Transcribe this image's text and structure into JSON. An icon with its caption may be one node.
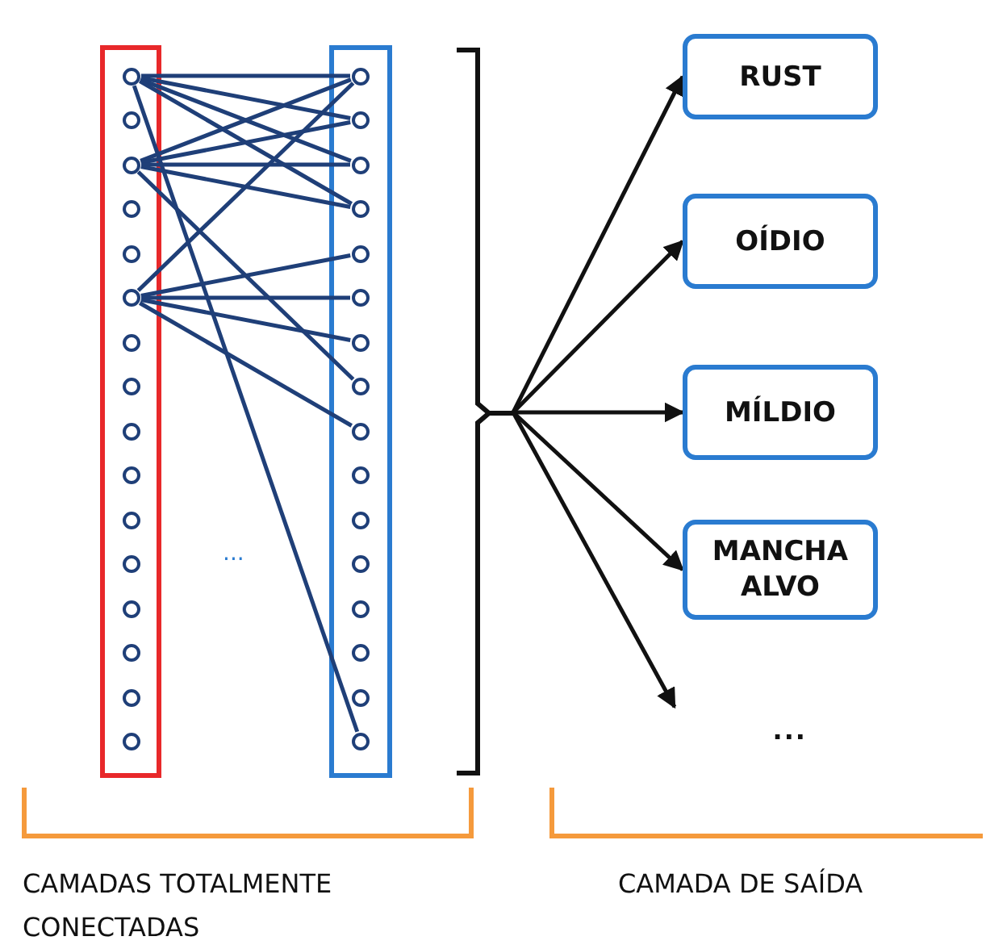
{
  "diagram": {
    "nodes": [
      {
        "text": [],
        "shape": "box"
      },
      {
        "text": [],
        "shape": "box"
      },
      {
        "text": [],
        "shape": "circle",
        "in": 0
      },
      {
        "text": [],
        "shape": "circle",
        "in": 0
      },
      {
        "text": [],
        "shape": "circle",
        "in": 0
      },
      {
        "text": [],
        "shape": "circle",
        "in": 0
      },
      {
        "text": [],
        "shape": "circle",
        "in": 0
      },
      {
        "text": [],
        "shape": "circle",
        "in": 0
      },
      {
        "text": [],
        "shape": "circle",
        "in": 0
      },
      {
        "text": [],
        "shape": "circle",
        "in": 0
      },
      {
        "text": [],
        "shape": "circle",
        "in": 0
      },
      {
        "text": [],
        "shape": "circle",
        "in": 0
      },
      {
        "text": [],
        "shape": "circle",
        "in": 0
      },
      {
        "text": [],
        "shape": "circle",
        "in": 0
      },
      {
        "text": [],
        "shape": "circle",
        "in": 0
      },
      {
        "text": [],
        "shape": "circle",
        "in": 0
      },
      {
        "text": [],
        "shape": "circle",
        "in": 0
      },
      {
        "text": [],
        "shape": "circle",
        "in": 0
      },
      {
        "text": [],
        "shape": "circle",
        "in": 1
      },
      {
        "text": [],
        "shape": "circle",
        "in": 1
      },
      {
        "text": [],
        "shape": "circle",
        "in": 1
      },
      {
        "text": [],
        "shape": "circle",
        "in": 1
      },
      {
        "text": [],
        "shape": "circle",
        "in": 1
      },
      {
        "text": [],
        "shape": "circle",
        "in": 1
      },
      {
        "text": [],
        "shape": "circle",
        "in": 1
      },
      {
        "text": [],
        "shape": "circle",
        "in": 1
      },
      {
        "text": [],
        "shape": "circle",
        "in": 1
      },
      {
        "text": [],
        "shape": "circle",
        "in": 1
      },
      {
        "text": [],
        "shape": "circle",
        "in": 1
      },
      {
        "text": [],
        "shape": "circle",
        "in": 1
      },
      {
        "text": [],
        "shape": "circle",
        "in": 1
      },
      {
        "text": [],
        "shape": "circle",
        "in": 1
      },
      {
        "text": [],
        "shape": "circle",
        "in": 1
      },
      {
        "text": [],
        "shape": "circle",
        "in": 1
      },
      {
        "text": [
          "RUST"
        ]
      },
      {
        "text": [
          "OÍDIO"
        ]
      },
      {
        "text": [
          "MÍLDIO"
        ]
      },
      {
        "text": [
          "MANCHA ALVO"
        ]
      },
      {
        "text": [
          "..."
        ]
      },
      {
        "text": [],
        "shape": "bracket"
      }
    ],
    "edges": [
      {
        "from": 2,
        "to": 18,
        "arrow": "none"
      },
      {
        "from": 2,
        "to": 19,
        "arrow": "none"
      },
      {
        "from": 2,
        "to": 20,
        "arrow": "none"
      },
      {
        "from": 2,
        "to": 21,
        "arrow": "none"
      },
      {
        "from": 2,
        "to": 33,
        "arrow": "none"
      },
      {
        "from": 4,
        "to": 18,
        "arrow": "none"
      },
      {
        "from": 4,
        "to": 19,
        "arrow": "none"
      },
      {
        "from": 4,
        "to": 20,
        "arrow": "none"
      },
      {
        "from": 4,
        "to": 21,
        "arrow": "none"
      },
      {
        "from": 4,
        "to": 25,
        "arrow": "none"
      },
      {
        "from": 7,
        "to": 18,
        "arrow": "none"
      },
      {
        "from": 7,
        "to": 22,
        "arrow": "none"
      },
      {
        "from": 7,
        "to": 23,
        "arrow": "none"
      },
      {
        "from": 7,
        "to": 24,
        "arrow": "none"
      },
      {
        "from": 7,
        "to": 26,
        "arrow": "none"
      },
      {
        "from": 39,
        "to": 34,
        "arrow": "to",
        "color": "#111111"
      },
      {
        "from": 39,
        "to": 35,
        "arrow": "to",
        "color": "#111111"
      },
      {
        "from": 39,
        "to": 36,
        "arrow": "to",
        "color": "#111111"
      },
      {
        "from": 39,
        "to": 37,
        "arrow": "to",
        "color": "#111111"
      },
      {
        "from": 39,
        "to": 38,
        "arrow": "to",
        "color": "#111111"
      }
    ],
    "labels": [
      "...",
      "CAMADAS TOTALMENTE CONECTADAS",
      "CAMADA DE SAÍDA"
    ]
  }
}
